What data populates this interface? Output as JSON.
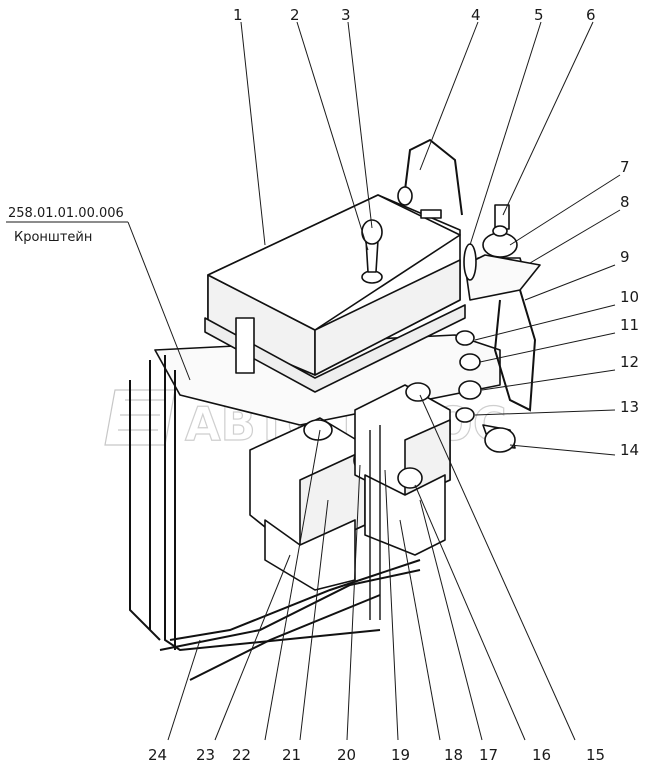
{
  "part_number": "258.01.01.00.006",
  "part_name": "Кронштейн",
  "watermark": "АВТО ПЛЮС",
  "callouts": [
    "1",
    "2",
    "3",
    "4",
    "5",
    "6",
    "7",
    "8",
    "9",
    "10",
    "11",
    "12",
    "13",
    "14",
    "15",
    "16",
    "17",
    "18",
    "19",
    "20",
    "21",
    "22",
    "23",
    "24"
  ]
}
